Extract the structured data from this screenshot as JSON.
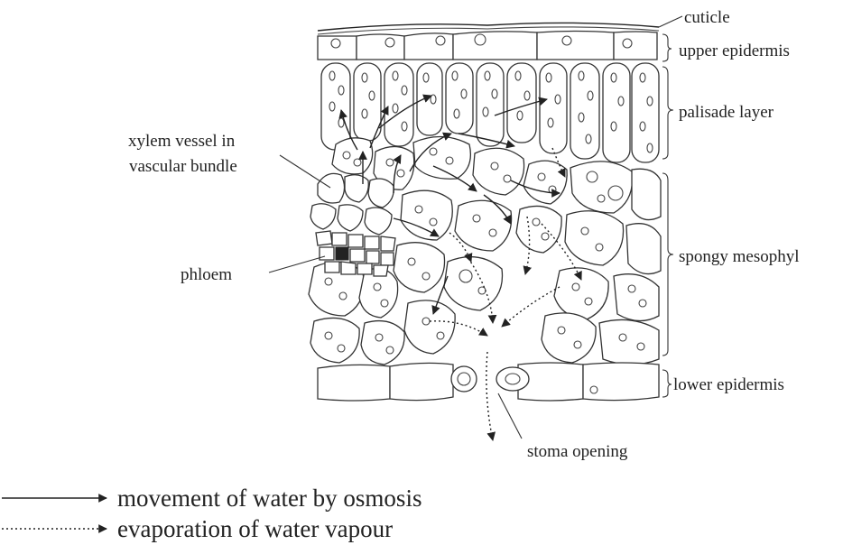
{
  "labels": {
    "cuticle": "cuticle",
    "upper_epidermis": "upper epidermis",
    "palisade_layer": "palisade layer",
    "xylem_line1": "xylem vessel in",
    "xylem_line2": "vascular bundle",
    "spongy_mesophyl": "spongy mesophyl",
    "phloem": "phloem",
    "lower_epidermis": "lower epidermis",
    "stoma_opening": "stoma opening"
  },
  "legend": {
    "osmosis": "movement of water by osmosis",
    "evaporation": "evaporation of water vapour"
  }
}
